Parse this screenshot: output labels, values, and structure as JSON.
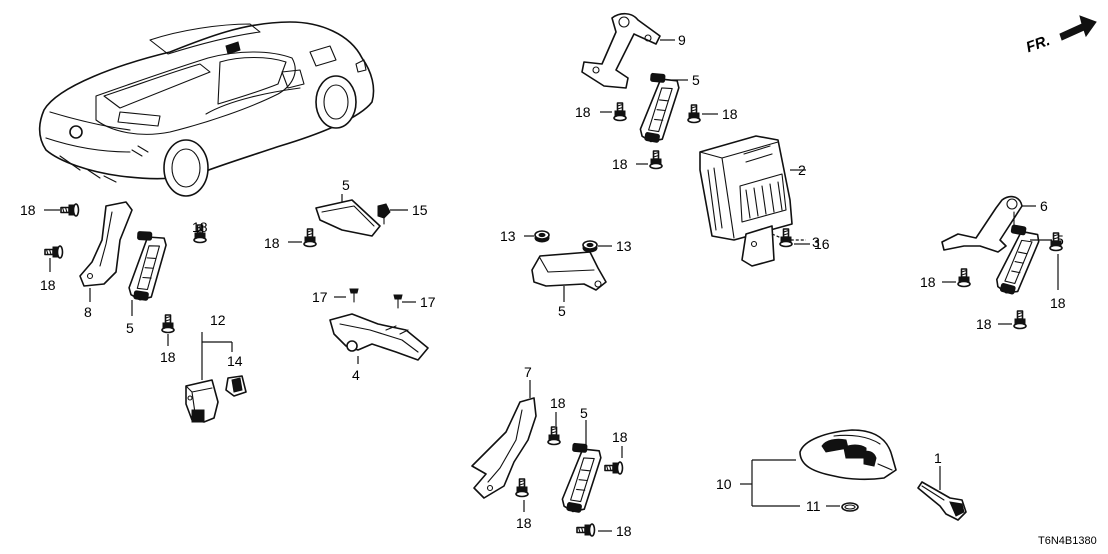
{
  "diagram": {
    "code": "T6N4B1380",
    "direction_label": "FR.",
    "callouts": {
      "c1": "1",
      "c2": "2",
      "c3": "3",
      "c4": "4",
      "c5a": "5",
      "c5b": "5",
      "c5c": "5",
      "c5d": "5",
      "c5e": "5",
      "c5f": "5",
      "c6": "6",
      "c7": "7",
      "c8": "8",
      "c9": "9",
      "c10": "10",
      "c11": "11",
      "c12": "12",
      "c13a": "13",
      "c13b": "13",
      "c14": "14",
      "c15": "15",
      "c16": "16",
      "c17a": "17",
      "c17b": "17",
      "c18a": "18",
      "c18b": "18",
      "c18c": "18",
      "c18d": "18",
      "c18e": "18",
      "c18f": "18",
      "c18g": "18",
      "c18h": "18",
      "c18i": "18",
      "c18j": "18",
      "c18k": "18",
      "c18l": "18",
      "c18m": "18",
      "c18n": "18",
      "c18o": "18"
    },
    "icons": [
      "car-overview-icon",
      "direction-arrow-icon",
      "bolt-icon",
      "antenna-icon",
      "control-unit-icon",
      "bracket-icon",
      "key-fob-icon",
      "emergency-key-icon",
      "o-ring-icon",
      "nut-icon"
    ]
  }
}
